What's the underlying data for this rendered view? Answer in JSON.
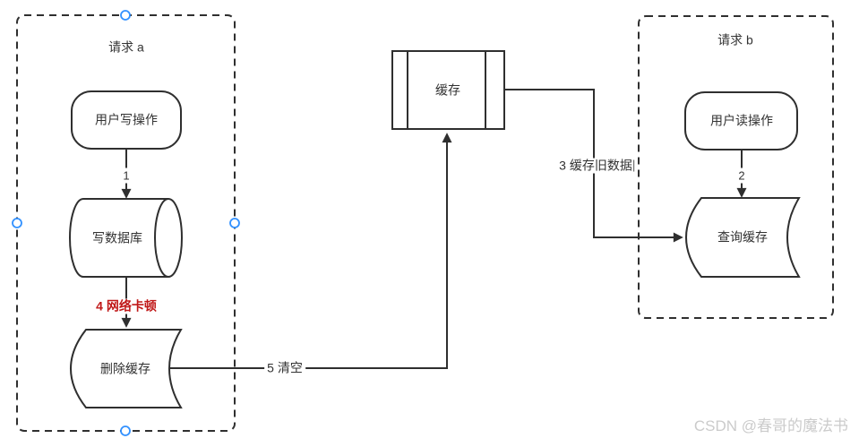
{
  "groups": {
    "request_a": {
      "title": "请求 a"
    },
    "request_b": {
      "title": "请求 b"
    }
  },
  "nodes": {
    "user_write": "用户写操作",
    "write_db": "写数据库",
    "delete_cache": "删除缓存",
    "cache": "缓存",
    "user_read": "用户读操作",
    "query_cache": "查询缓存"
  },
  "edges": {
    "step1": "1",
    "step2": "2",
    "step3": "3 缓存旧数据",
    "step4": "4 网络卡顿",
    "step5": "5 清空"
  },
  "colors": {
    "stroke": "#2f2f2f",
    "accent_red": "#c01818",
    "handle_blue": "#3291ff",
    "watermark_gray": "#cbcbcb"
  },
  "watermark": "CSDN @春哥的魔法书"
}
